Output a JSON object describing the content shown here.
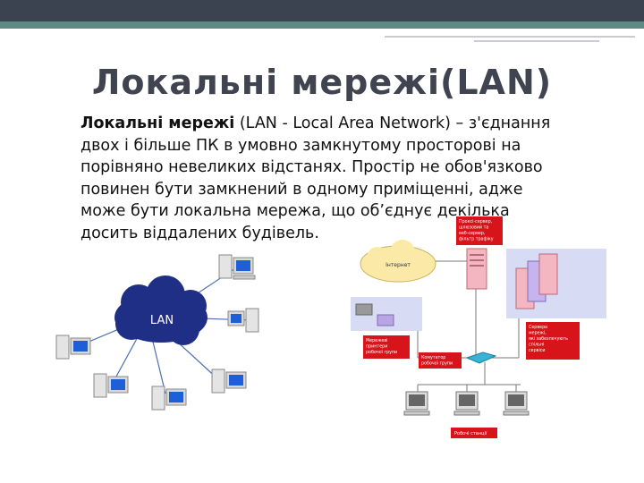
{
  "slide": {
    "title": "Локальні мережі(LAN)",
    "term": "Локальні мережі",
    "definition": " (LAN - Local Area Network) – з'єднання двох і більше ПК в умовно замкнутому просторові на порівняно невеликих відстанях. Простір не обов'язково повинен бути замкнений в одному приміщенні, адже може бути локальна мережа, що об’єднує декілька досить віддалених будівель."
  },
  "left_diagram": {
    "cloud_label": "LAN"
  },
  "right_diagram": {
    "internet_label": "Інтернет",
    "proxy_label": [
      "Проксі-сервер,",
      "шлюзовий та",
      "веб-сервер,",
      "фільтр трафіку"
    ],
    "servers_label": [
      "Сервери",
      "мережі,",
      "які забезпечують",
      "спільні",
      "сервіси"
    ],
    "group_devices_label": [
      "Мережеві",
      "принтери",
      "робочої групи"
    ],
    "switch_label": [
      "Комутатор",
      "робочої групи"
    ],
    "workstations_label": "Робочі станції"
  },
  "colors": {
    "top_bar": "#3b4350",
    "accent_stripe": "#5e8a86",
    "title": "#3f4450",
    "cloud": "#1f2f85",
    "callout_red": "#d7141a"
  }
}
